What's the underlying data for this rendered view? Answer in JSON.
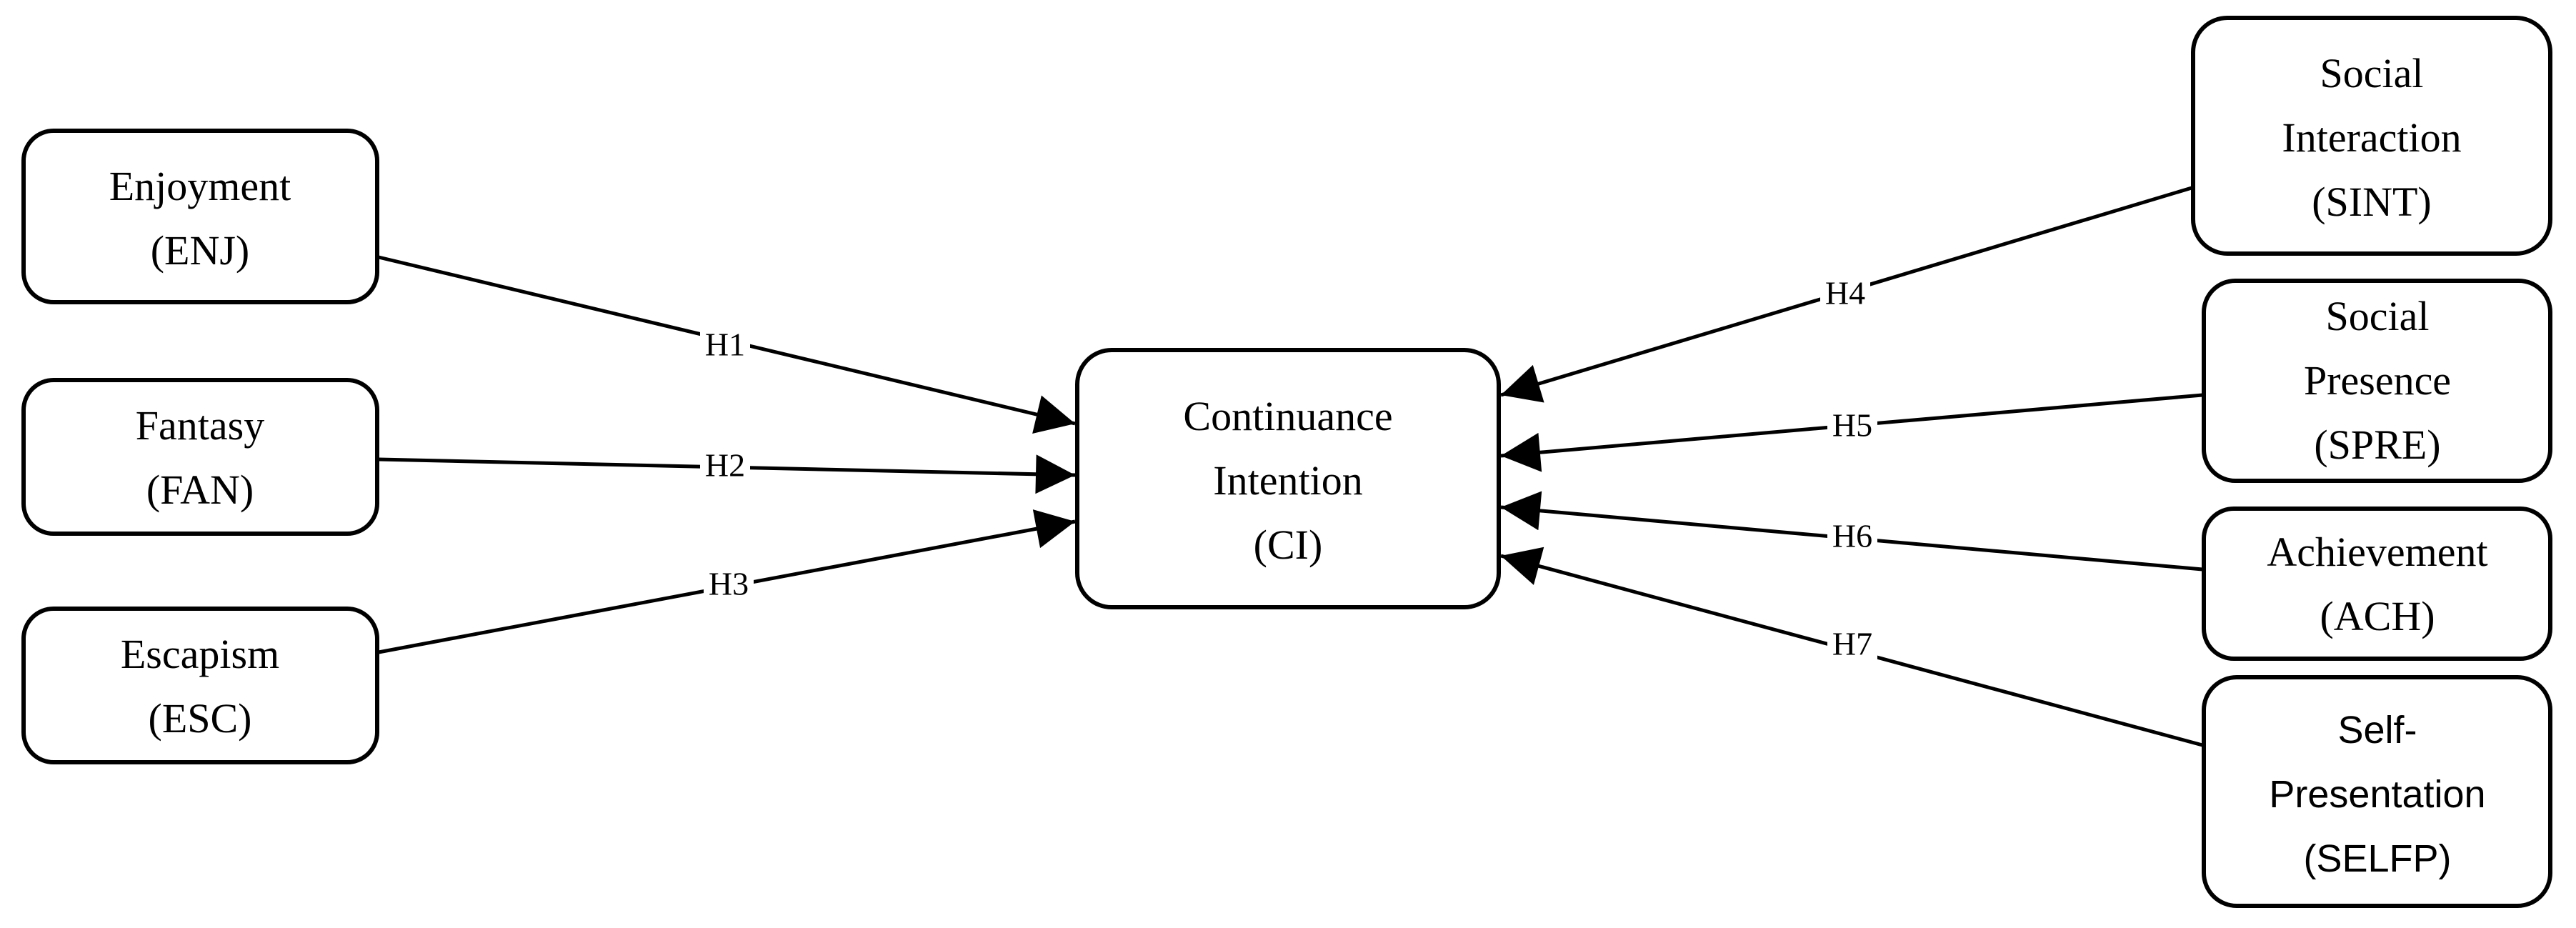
{
  "nodes": {
    "enj": {
      "lines": [
        "Enjoyment",
        "(ENJ)"
      ]
    },
    "fan": {
      "lines": [
        "Fantasy",
        "(FAN)"
      ]
    },
    "esc": {
      "lines": [
        "Escapism",
        "(ESC)"
      ]
    },
    "ci": {
      "lines": [
        "Continuance",
        "Intention",
        "(CI)"
      ]
    },
    "sint": {
      "lines": [
        "Social",
        "Interaction",
        "(SINT)"
      ]
    },
    "spre": {
      "lines": [
        "Social",
        "Presence",
        "(SPRE)"
      ]
    },
    "ach": {
      "lines": [
        "Achievement",
        "(ACH)"
      ]
    },
    "selfp": {
      "lines": [
        "Self-",
        "Presentation",
        "(SELFP)"
      ]
    }
  },
  "edges": {
    "h1": {
      "label": "H1",
      "from": "enj",
      "to": "ci"
    },
    "h2": {
      "label": "H2",
      "from": "fan",
      "to": "ci"
    },
    "h3": {
      "label": "H3",
      "from": "esc",
      "to": "ci"
    },
    "h4": {
      "label": "H4",
      "from": "sint",
      "to": "ci"
    },
    "h5": {
      "label": "H5",
      "from": "spre",
      "to": "ci"
    },
    "h6": {
      "label": "H6",
      "from": "ach",
      "to": "ci"
    },
    "h7": {
      "label": "H7",
      "from": "selfp",
      "to": "ci"
    }
  }
}
